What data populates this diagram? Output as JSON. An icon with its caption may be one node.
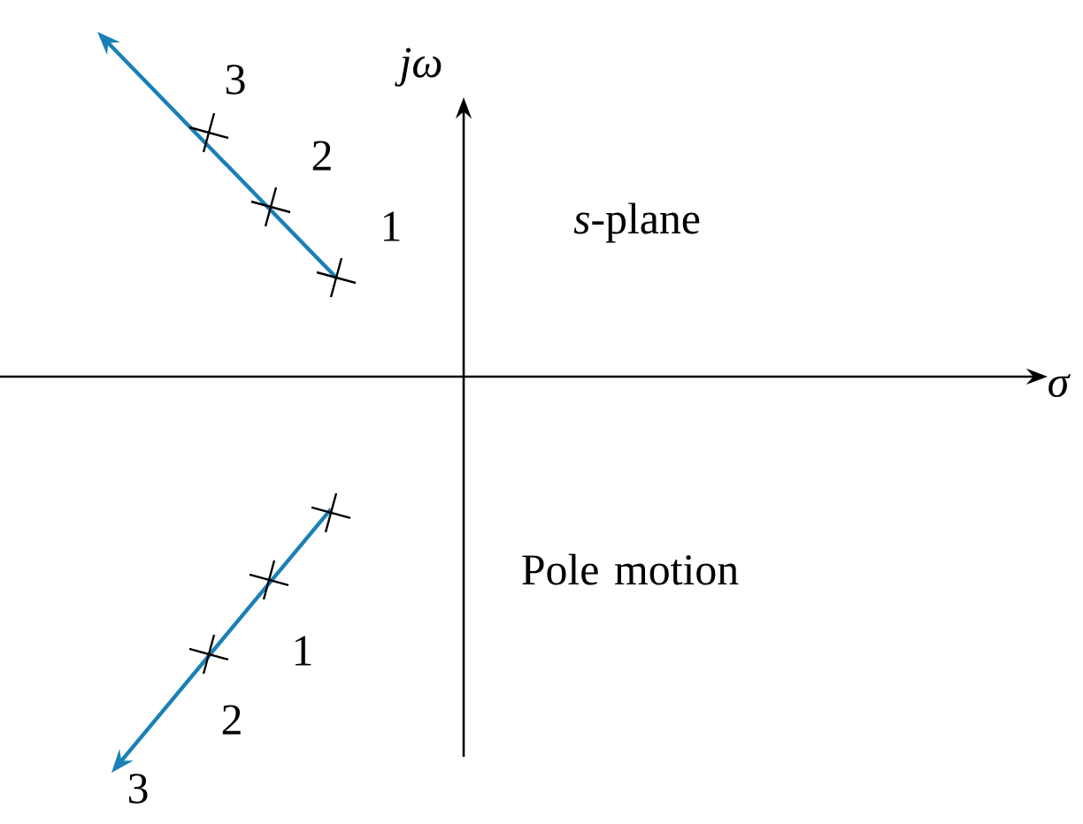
{
  "diagram": {
    "labels": [
      "3",
      "jω",
      "2",
      "1",
      "*s*-plane",
      "σ",
      "Pole motion",
      "1",
      "2",
      "3"
    ]
  }
}
